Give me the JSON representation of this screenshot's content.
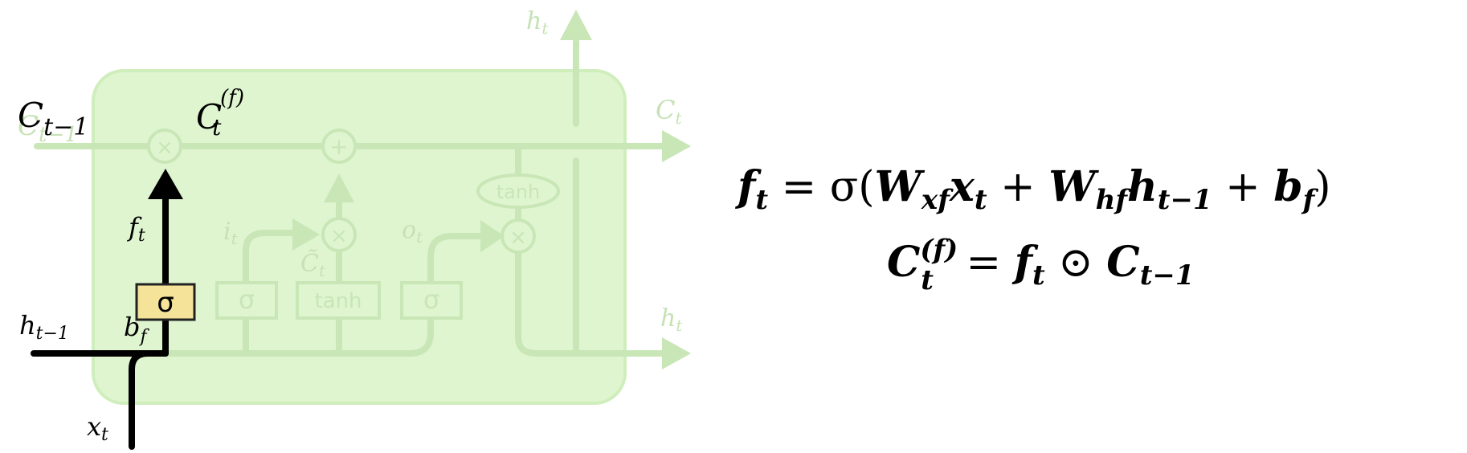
{
  "labels": {
    "c_prev": "C",
    "c_prev_sub": "t−1",
    "c_prev_ghost": "C",
    "c_prev_ghost_sub": "t−1",
    "c_f": "C",
    "c_f_sub": "t",
    "c_f_sup": "(f)",
    "f_t": "f",
    "f_t_sub": "t",
    "i_t": "i",
    "i_t_sub": "t",
    "c_tilde": "C̃",
    "c_tilde_sub": "t",
    "o_t": "o",
    "o_t_sub": "t",
    "h_prev": "h",
    "h_prev_sub": "t−1",
    "b_f": "b",
    "b_f_sub": "f",
    "x_t": "x",
    "x_t_sub": "t",
    "h_top": "h",
    "h_top_sub": "t",
    "c_out": "C",
    "c_out_sub": "t",
    "h_out": "h",
    "h_out_sub": "t"
  },
  "ops": {
    "multiply": "×",
    "add": "+",
    "sigma": "σ",
    "tanh": "tanh"
  },
  "equations": {
    "line1": {
      "f": "f",
      "f_sub": "t",
      "eq": " = σ(",
      "w1": "W",
      "w1_sub": "xf",
      "x": "x",
      "x_sub": "t",
      "plus1": " + ",
      "w2": "W",
      "w2_sub": "hf",
      "h": "h",
      "h_sub": "t−1",
      "plus2": " + ",
      "b": "b",
      "b_sub": "f",
      "close": ")"
    },
    "line2": {
      "c": "C",
      "c_sub": "t",
      "c_sup": "(f)",
      "eq": " = ",
      "f": "f",
      "f_sub": "t",
      "odot": " ⊙ ",
      "c2": "C",
      "c2_sub": "t−1"
    }
  },
  "colors": {
    "cell_fill": "#dff5d0",
    "cell_stroke": "#c8e8b4",
    "faded_line": "#c8e2bb",
    "active_line": "#000000",
    "sigma_gate_fill": "#f5e39a",
    "sigma_gate_stroke": "#222222"
  }
}
